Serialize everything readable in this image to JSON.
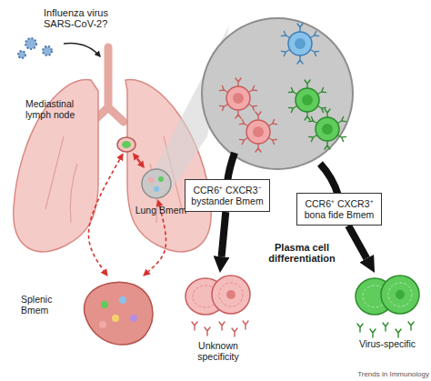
{
  "diagram": {
    "nodes": [
      {
        "text": [
          "Mediastinal lymph node"
        ]
      },
      {
        "text": [
          "Lung Bmem"
        ]
      },
      {
        "text": [
          "Splenic Bmem"
        ]
      },
      {
        "text": [
          "CCR6⁺ CXCR3⁻ bystander Bmem"
        ]
      },
      {
        "text": [
          "CCR6⁺ CXCR3⁺ bona fide Bmem"
        ]
      },
      {
        "text": [
          "Unknown specificity"
        ]
      },
      {
        "text": [
          "Virus-specific"
        ]
      }
    ],
    "edges": [
      {
        "from": 0,
        "to": 1,
        "arrow": "both"
      },
      {
        "from": 0,
        "to": 2,
        "arrow": "both"
      },
      {
        "from": 1,
        "to": 2,
        "arrow": "both"
      },
      {
        "from": 3,
        "to": 5,
        "arrow": "to"
      },
      {
        "from": 4,
        "to": 6,
        "arrow": "to"
      }
    ],
    "labels": [
      "Influenza virus SARS-CoV-2?",
      "Plasma cell differentiation",
      "Trends in Immunology"
    ]
  }
}
